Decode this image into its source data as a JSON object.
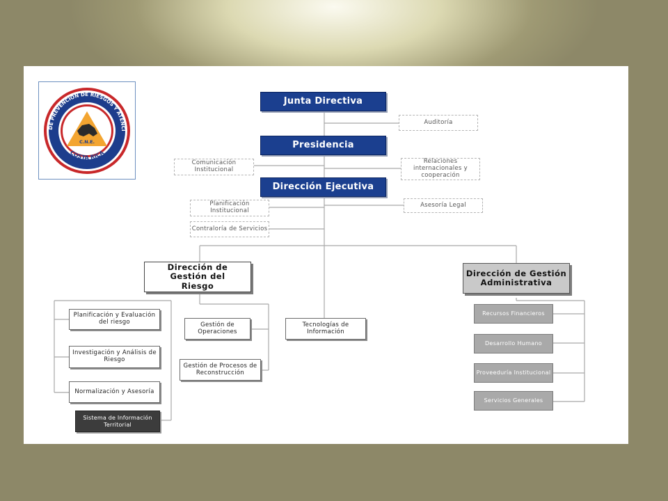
{
  "logo": {
    "ring_text": "COMISION NACIONAL DE PREVENCION DE RIESGOS Y ATENCION DE EMERGENCIAS",
    "bottom_text": "COSTA RICA",
    "badge_text": "C.N.E.",
    "colors": {
      "ring_red": "#c8282a",
      "ring_blue": "#1d3d8c",
      "triangle": "#f3a531",
      "map": "#2b2b2b"
    }
  },
  "top": {
    "junta": "Junta Directiva",
    "auditoria": "Auditoría",
    "presidencia": "Presidencia",
    "comunicacion": "Comunicación Institucional",
    "relaciones": "Relaciones internacionales y cooperación",
    "direccion_ejecutiva": "Dirección Ejecutiva",
    "planificacion_inst": "Planificación Institucional",
    "asesoria_legal": "Asesoría Legal",
    "contraloria": "Contraloría de Servicios"
  },
  "riesgo": {
    "title": "Dirección de Gestión del Riesgo",
    "planificacion": "Planificación y Evaluación del riesgo",
    "investigacion": "Investigación y Análisis de Riesgo",
    "normalizacion": "Normalización y Asesoría",
    "sistema": "Sistema de Información Territorial",
    "operaciones": "Gestión de Operaciones",
    "reconstruccion": "Gestión de Procesos de Reconstrucción"
  },
  "tecnologias": "Tecnologías de Información",
  "administrativa": {
    "title": "Dirección de Gestión Administrativa",
    "recursos": "Recursos Financieros",
    "desarrollo": "Desarrollo Humano",
    "proveeduria": "Proveeduría Institucional",
    "servicios": "Servicios Generales"
  },
  "colors": {
    "blue": "#1b3f8f",
    "grey_box": "#a9a9a9",
    "dark_box": "#3c3c3c"
  }
}
